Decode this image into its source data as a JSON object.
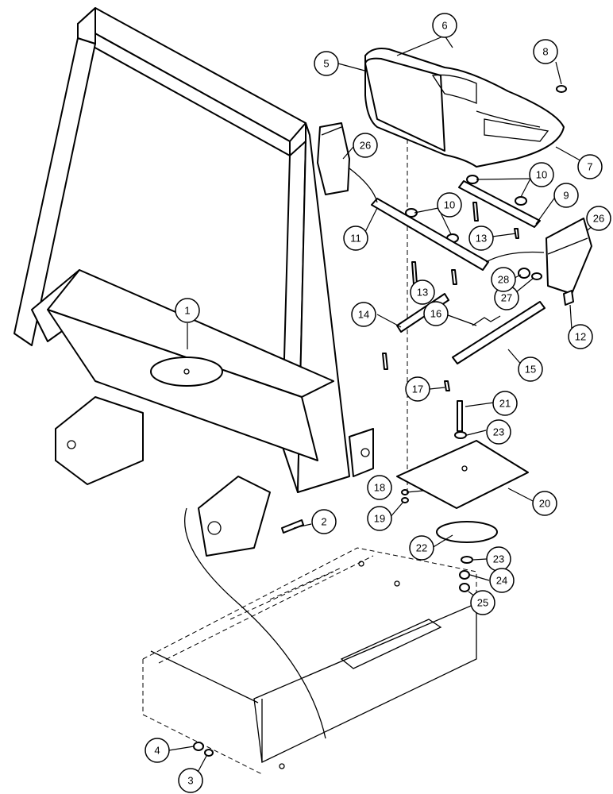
{
  "callouts": [
    {
      "label": "1"
    },
    {
      "label": "2"
    },
    {
      "label": "3"
    },
    {
      "label": "4"
    },
    {
      "label": "5"
    },
    {
      "label": "6"
    },
    {
      "label": "7"
    },
    {
      "label": "8"
    },
    {
      "label": "9"
    },
    {
      "label": "10"
    },
    {
      "label": "10"
    },
    {
      "label": "11"
    },
    {
      "label": "12"
    },
    {
      "label": "13"
    },
    {
      "label": "13"
    },
    {
      "label": "14"
    },
    {
      "label": "15"
    },
    {
      "label": "16"
    },
    {
      "label": "17"
    },
    {
      "label": "18"
    },
    {
      "label": "19"
    },
    {
      "label": "20"
    },
    {
      "label": "21"
    },
    {
      "label": "22"
    },
    {
      "label": "23"
    },
    {
      "label": "23"
    },
    {
      "label": "24"
    },
    {
      "label": "25"
    },
    {
      "label": "26"
    },
    {
      "label": "26"
    },
    {
      "label": "27"
    },
    {
      "label": "28"
    }
  ]
}
